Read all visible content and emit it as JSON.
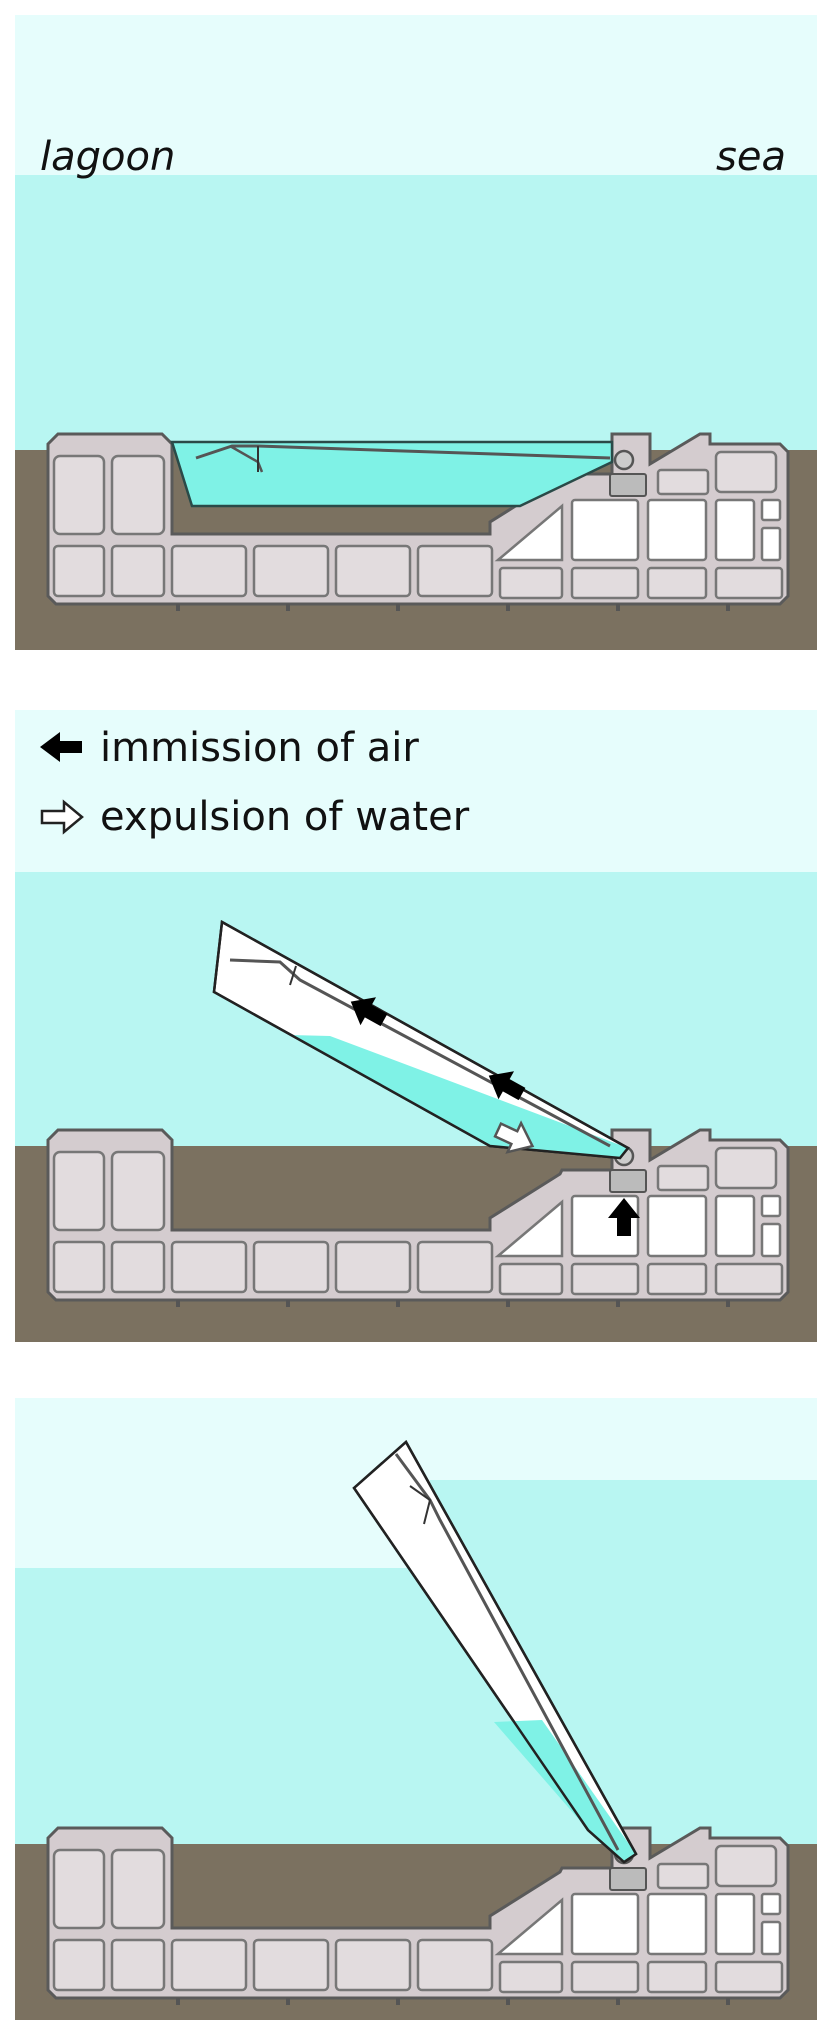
{
  "labels": {
    "lagoon": "lagoon",
    "sea": "sea"
  },
  "legend": {
    "immission": "immission of air",
    "expulsion": "expulsion of water",
    "immission_icon": "arrow-left-filled-icon",
    "expulsion_icon": "arrow-right-outline-icon"
  },
  "colors": {
    "sky": "#e6fdfc",
    "water": "#b8f6f2",
    "gate_water": "#7ff2e6",
    "gate_air": "#ffffff",
    "seabed": "#7b7160",
    "caisson": "#d4cccf",
    "outline": "#555555"
  }
}
